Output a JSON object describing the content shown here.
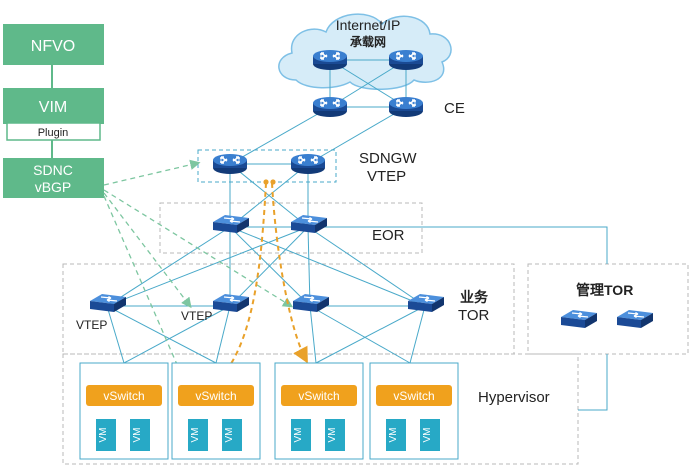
{
  "management": {
    "nfvo": "NFVO",
    "vim": "VIM",
    "plugin": "Plugin",
    "sdnc_line1": "SDNC",
    "sdnc_line2": "vBGP"
  },
  "cloud": {
    "line1": "Internet/IP",
    "line2": "承载网"
  },
  "labels": {
    "ce": "CE",
    "sdngw_line1": "SDNGW",
    "sdngw_line2": "VTEP",
    "eor": "EOR",
    "tor_line1": "业务",
    "tor_line2": "TOR",
    "mgmt_tor": "管理TOR",
    "hypervisor": "Hypervisor",
    "vtep": "VTEP"
  },
  "servers": [
    {
      "vswitch": "vSwitch",
      "vms": [
        "VM",
        "VM"
      ]
    },
    {
      "vswitch": "vSwitch",
      "vms": [
        "VM",
        "VM"
      ]
    },
    {
      "vswitch": "vSwitch",
      "vms": [
        "VM",
        "VM"
      ]
    },
    {
      "vswitch": "vSwitch",
      "vms": [
        "VM",
        "VM"
      ]
    }
  ],
  "colors": {
    "mgmt_green": "#5fb98a",
    "device_blue": "#1c4f9c",
    "link_teal": "#49a9c9",
    "vswitch_orange": "#f0a11d",
    "vm_teal": "#27a9c6",
    "control_dash": "#7dc6a0",
    "data_dash": "#e9a12a",
    "cloud_fill": "#d6ecf8"
  }
}
